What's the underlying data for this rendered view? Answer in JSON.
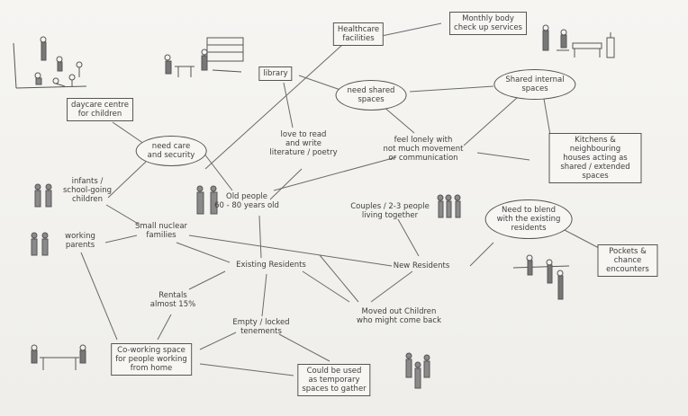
{
  "nodes": {
    "healthcare": "Healthcare\nfacilities",
    "monthly": "Monthly body\ncheck up services",
    "library": "library",
    "need_shared": "need shared\nspaces",
    "shared_internal": "Shared internal\nspaces",
    "daycare": "daycare centre\nfor children",
    "need_care": "need care\nand security",
    "love_read": "love to read\nand write\nliterature / poetry",
    "feel_lonely": "feel lonely with\nnot much movement\nor communication",
    "kitchens": "Kitchens & neighbouring\nhouses acting as\nshared / extended spaces",
    "infants": "infants /\nschool-going\nchildren",
    "old_people": "Old people\n60 - 80 years old",
    "couples": "Couples / 2-3 people\nliving together",
    "need_blend": "Need to blend\nwith the existing\nresidents",
    "working_parents": "working\nparents",
    "small_nuclear": "Small nuclear\nfamilies",
    "pockets": "Pockets & chance\nencounters",
    "existing": "Existing Residents",
    "new_residents": "New Residents",
    "rentals": "Rentals\nalmost 15%",
    "moved_out": "Moved out Children\nwho might come back",
    "empty": "Empty / locked\ntenements",
    "coworking": "Co-working space\nfor people working\nfrom home",
    "temporary": "Could be used\nas temporary\nspaces to gather"
  }
}
